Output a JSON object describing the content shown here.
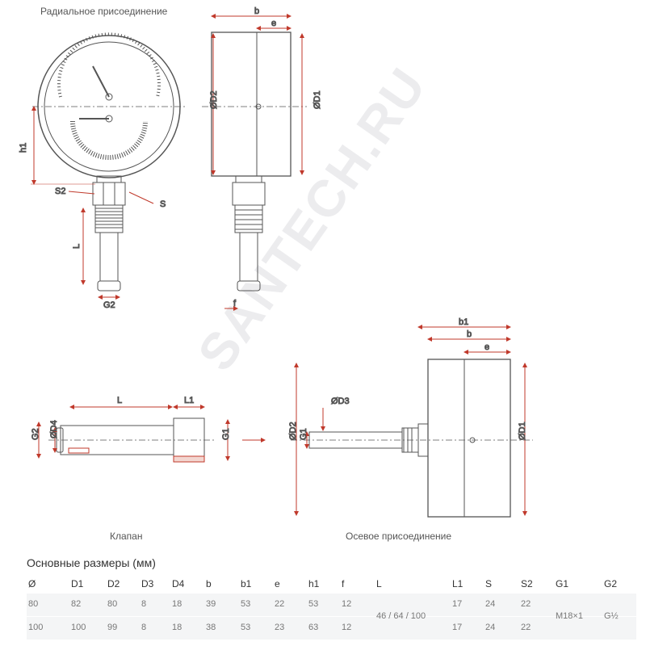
{
  "captions": {
    "radial": "Радиальное присоединение",
    "valve": "Клапан",
    "axial": "Осевое присоединение"
  },
  "watermark": "SANTECH.RU",
  "dims": {
    "radial": {
      "h1": "h1",
      "s2": "S2",
      "s": "S",
      "l": "L",
      "g2": "G2"
    },
    "side": {
      "b": "b",
      "e": "e",
      "d2": "ØD2",
      "d1": "ØD1",
      "f": "f"
    },
    "axial": {
      "b1": "b1",
      "b": "b",
      "e": "e",
      "d3": "ØD3",
      "g1": "G1",
      "d2": "ØD2",
      "d1": "ØD1"
    },
    "valve": {
      "l": "L",
      "l1": "L1",
      "g2": "G2",
      "d4": "ØD4",
      "g1": "G1"
    }
  },
  "table": {
    "title": "Основные размеры (мм)",
    "headers": [
      "Ø",
      "D1",
      "D2",
      "D3",
      "D4",
      "b",
      "b1",
      "e",
      "h1",
      "f",
      "L",
      "L1",
      "S",
      "S2",
      "G1",
      "G2"
    ],
    "rows": [
      [
        "80",
        "82",
        "80",
        "8",
        "18",
        "39",
        "53",
        "22",
        "53",
        "12",
        "17",
        "24",
        "22"
      ],
      [
        "100",
        "100",
        "99",
        "8",
        "18",
        "38",
        "53",
        "23",
        "63",
        "12",
        "17",
        "24",
        "22"
      ]
    ],
    "merged": {
      "L": "46 / 64 / 100",
      "G1": "M18×1",
      "G2": "G½"
    }
  },
  "colors": {
    "line": "#555555",
    "dim": "#c0392b"
  }
}
